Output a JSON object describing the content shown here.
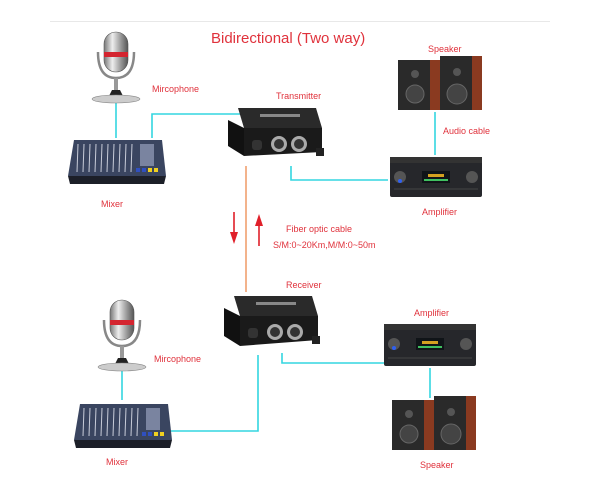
{
  "title": "Bidirectional (Two way)",
  "colors": {
    "label": "#e0323c",
    "audio_cable": "#33d6e0",
    "fiber_cable": "#f0a070",
    "arrow": "#e0202a"
  },
  "top_side": {
    "microphone_label": "Mircophone",
    "mixer_label": "Mixer",
    "transmitter_label": "Transmitter",
    "speaker_label": "Speaker",
    "audio_cable_label": "Audio cable",
    "amplifier_label": "Amplifier"
  },
  "fiber": {
    "label": "Fiber optic cable",
    "spec": "S/M:0~20Km,M/M:0~50m",
    "arrows": [
      "down",
      "up"
    ]
  },
  "bottom_side": {
    "microphone_label": "Mircophone",
    "mixer_label": "Mixer",
    "receiver_label": "Receiver",
    "amplifier_label": "Amplifier",
    "speaker_label": "Speaker"
  }
}
